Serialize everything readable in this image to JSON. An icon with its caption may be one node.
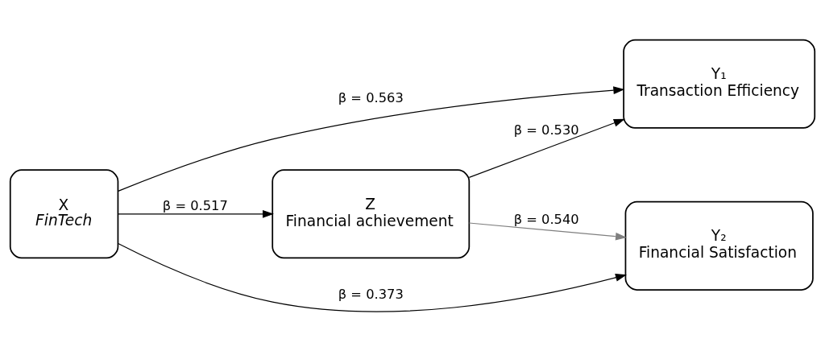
{
  "diagram": {
    "nodes": [
      {
        "text": [
          "X",
          "FinTech"
        ]
      },
      {
        "text": [
          "Z",
          "Financial achievement"
        ]
      },
      {
        "text": [
          "Y₁",
          "Transaction Efficiency"
        ]
      },
      {
        "text": [
          "Y₂",
          "Financial Satisfaction"
        ]
      }
    ],
    "edges": [
      {
        "from": 0,
        "to": 2,
        "arrow": "to",
        "label": "β = 0.563"
      },
      {
        "from": 0,
        "to": 1,
        "arrow": "to",
        "label": "β = 0.517"
      },
      {
        "from": 1,
        "to": 2,
        "arrow": "to",
        "label": "β = 0.530"
      },
      {
        "from": 1,
        "to": 3,
        "arrow": "to",
        "label": "β = 0.540",
        "color": "#7f7f7f"
      },
      {
        "from": 0,
        "to": 3,
        "arrow": "to",
        "label": "β = 0.373"
      }
    ]
  }
}
